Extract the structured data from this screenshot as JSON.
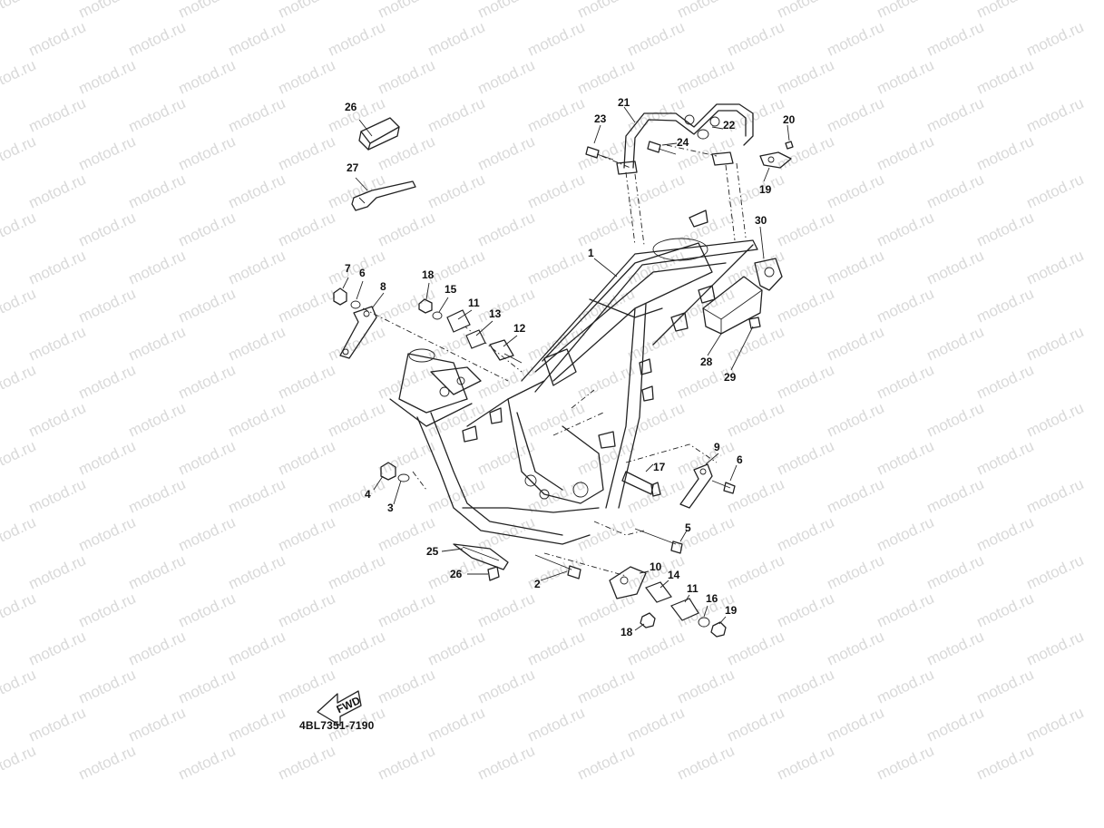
{
  "watermark": {
    "text": "motod.ru",
    "color": "#d9d9d9"
  },
  "diagram": {
    "part_code": "4BL7351-7190",
    "fwd_label": "FWD",
    "callouts": [
      "1",
      "2",
      "3",
      "4",
      "5",
      "6",
      "7",
      "8",
      "9",
      "9",
      "10",
      "11",
      "11",
      "12",
      "13",
      "13",
      "14",
      "14",
      "15",
      "16",
      "17",
      "18",
      "19",
      "20",
      "21",
      "22",
      "23",
      "23",
      "24",
      "25",
      "26",
      "27",
      "28",
      "29",
      "30"
    ]
  }
}
